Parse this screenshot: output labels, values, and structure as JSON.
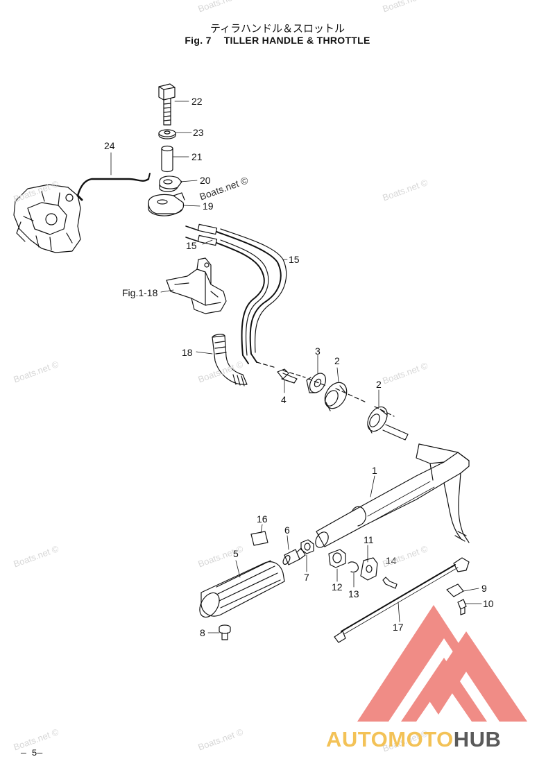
{
  "header": {
    "title_jp": "ティラハンドル＆スロットル",
    "fig_label": "Fig. 7",
    "title_en": "TILLER HANDLE & THROTTLE"
  },
  "callouts": {
    "n1": "1",
    "n2a": "2",
    "n2b": "2",
    "n3": "3",
    "n4": "4",
    "n5": "5",
    "n6": "6",
    "n7": "7",
    "n8": "8",
    "n9": "9",
    "n10": "10",
    "n11": "11",
    "n12": "12",
    "n13": "13",
    "n14": "14",
    "n15a": "15",
    "n15b": "15",
    "n16": "16",
    "n17": "17",
    "n18": "18",
    "n19": "19",
    "n20": "20",
    "n21": "21",
    "n22": "22",
    "n23": "23",
    "n24": "24",
    "ref": "Fig.1-18"
  },
  "watermark": {
    "text": "Boats.net ©"
  },
  "page_number": "— 5—",
  "brand": {
    "part1": "AUTOMOTO",
    "part2": "HUB"
  },
  "colors": {
    "ink": "#111111",
    "watermark": "#d6d6d6",
    "logo_red": "#f08c86",
    "logo_yellow": "#f3c257",
    "logo_gray": "#5a5a5a"
  }
}
